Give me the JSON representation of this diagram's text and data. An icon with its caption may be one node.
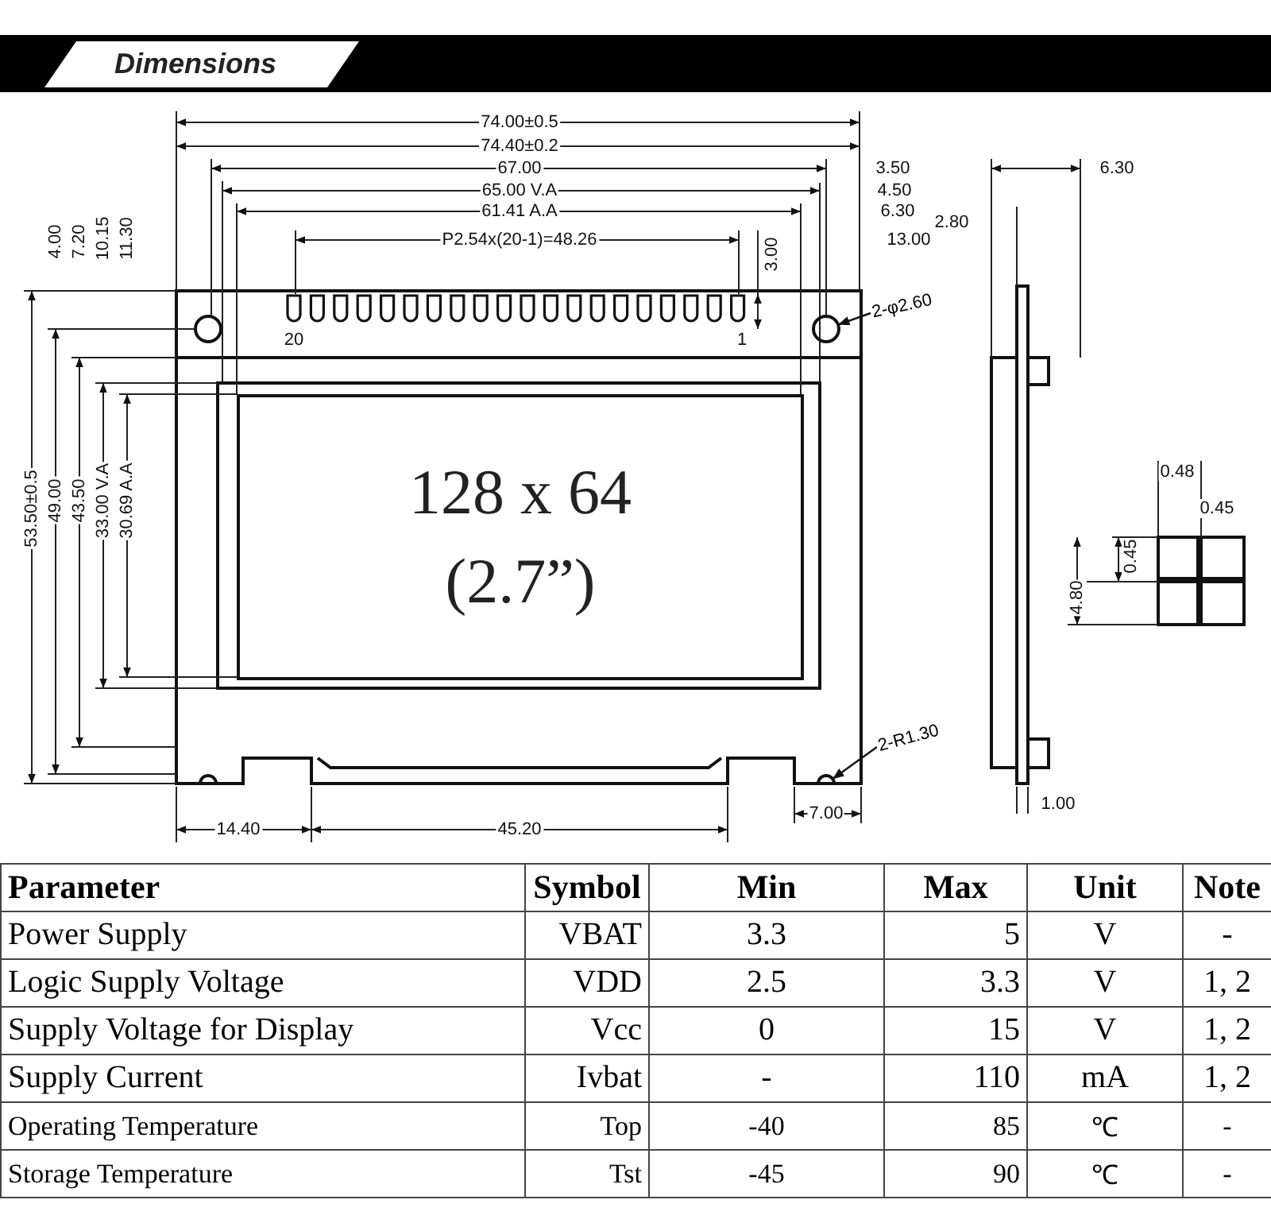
{
  "diagram": {
    "title": "Dimensions",
    "nodes": [
      {
        "text": [
          "128 x 64",
          "(2.7”)"
        ]
      },
      {
        "text": [
          "2-φ2.60"
        ]
      },
      {
        "text": [],
        "shape": "circle"
      },
      {
        "text": [
          "2-R1.30"
        ]
      },
      {
        "text": [],
        "shape": "arc"
      }
    ],
    "edges": [
      {
        "from": 1,
        "to": 2,
        "arrow": "to"
      },
      {
        "from": 3,
        "to": 4,
        "arrow": "to"
      }
    ],
    "labels": [
      "74.00±0.5",
      "74.40±0.2",
      "67.00",
      "65.00 V.A",
      "61.41 A.A",
      "3.50",
      "6.30",
      "4.50",
      "2.80",
      "6.30",
      "P2.54x(20-1)=48.26",
      "13.00",
      "4.00",
      "7.20",
      "10.15",
      "11.30",
      "3.00",
      "20",
      "1",
      "53.50±0.5",
      "49.00",
      "43.50",
      "33.00 V.A",
      "30.69 A.A",
      "0.48",
      "0.45",
      "0.45",
      "4.80",
      "14.40",
      "45.20",
      "7.00",
      "1.00",
      "Parameter",
      "Symbol",
      "Min",
      "Max",
      "Unit",
      "Note",
      "Power Supply",
      "VBAT",
      "3.3",
      "5",
      "V",
      "-",
      "Logic Supply Voltage",
      "VDD",
      "2.5",
      "3.3",
      "V",
      "1, 2",
      "Supply Voltage for Display",
      "Vcc",
      "0",
      "15",
      "V",
      "1, 2",
      "Supply Current",
      "Ivbat",
      "-",
      "110",
      "mA",
      "1, 2",
      "Operating Temperature",
      "Top",
      "-40",
      "85",
      "℃",
      "-",
      "Storage Temperature",
      "Tst",
      "-45",
      "90",
      "℃",
      "-"
    ]
  }
}
